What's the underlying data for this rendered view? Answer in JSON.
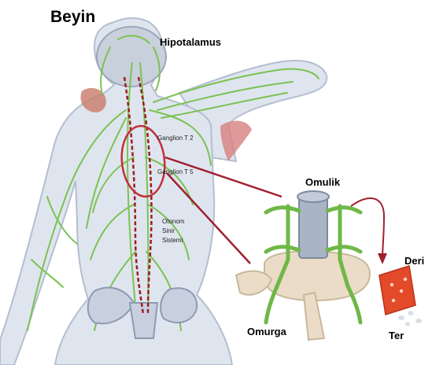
{
  "labels": {
    "brain": "Beyin",
    "hypothalamus": "Hipotalamus",
    "ganglion_t2": "Ganglion T 2",
    "ganglion_t5": "Ganglion T 5",
    "autonomic_line1": "Otonom",
    "autonomic_line2": "Sinir",
    "autonomic_line3": "Sistemi",
    "spinal_cord": "Omulik",
    "skin": "Deri",
    "spine": "Omurga",
    "sweat": "Ter"
  },
  "colors": {
    "body_fill": "#dfe5ef",
    "body_outline": "#b4bed0",
    "nerve_green": "#7cc252",
    "nerve_red": "#9c1c1c",
    "highlight_red": "#c0303a",
    "bone": "#eadcc6",
    "skin_patch": "#e24a2a"
  }
}
